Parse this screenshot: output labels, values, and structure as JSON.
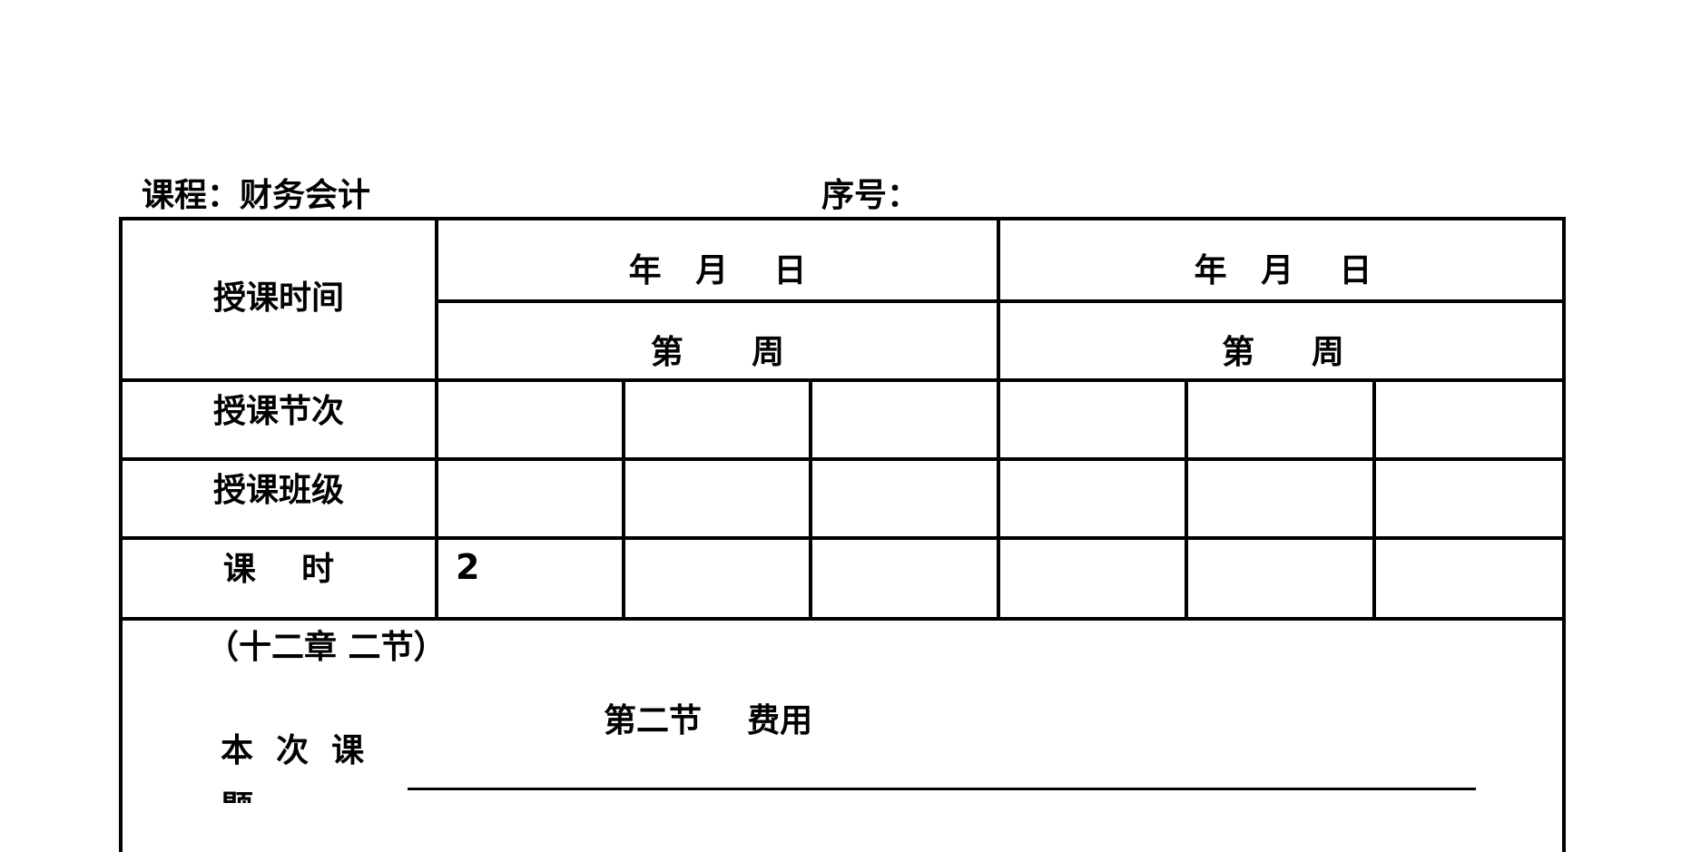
{
  "header": {
    "course_label": "课程：财务会计",
    "serial_label": "序号："
  },
  "table": {
    "rows": {
      "time_label": "授课时间",
      "date_left": "年   月    日",
      "date_right": "年   月    日",
      "week_left": "第      周",
      "week_right": "第     周",
      "section_label": "授课节次",
      "class_label": "授课班级",
      "hours_label": "课    时",
      "hours_value": "2"
    },
    "lesson": {
      "chapter_note": "（十二章 二节）",
      "title": "第二节    费用",
      "topic_label": "本  次  课",
      "topic_label_cut": "题"
    }
  }
}
